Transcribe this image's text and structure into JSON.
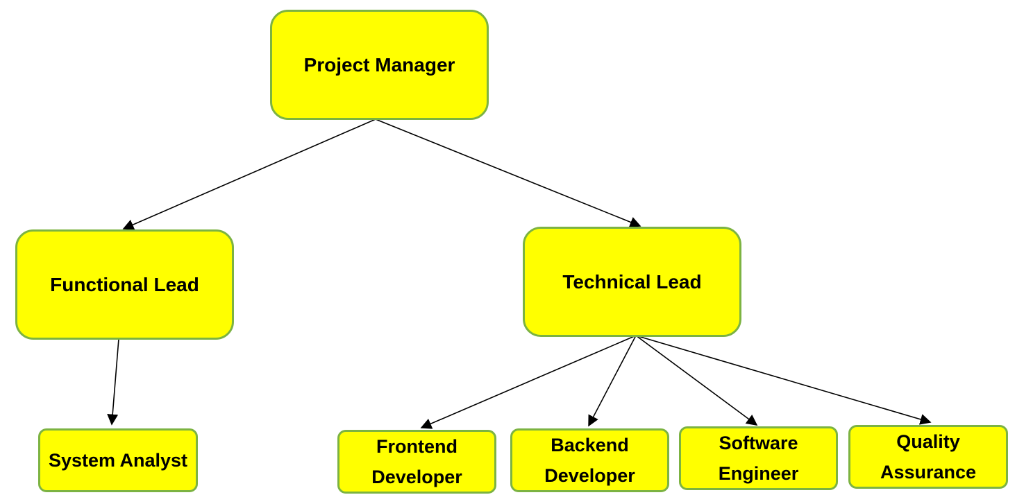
{
  "nodes": {
    "project_manager": "Project Manager",
    "functional_lead": "Functional Lead",
    "technical_lead": "Technical Lead",
    "system_analyst": "System Analyst",
    "frontend_developer": [
      "Frontend",
      "Developer"
    ],
    "backend_developer": [
      "Backend",
      "Developer"
    ],
    "software_engineer": [
      "Software",
      "Engineer"
    ],
    "quality_assurance": [
      "Quality",
      "Assurance"
    ]
  },
  "edges": [
    [
      "project_manager",
      "functional_lead"
    ],
    [
      "project_manager",
      "technical_lead"
    ],
    [
      "functional_lead",
      "system_analyst"
    ],
    [
      "technical_lead",
      "frontend_developer"
    ],
    [
      "technical_lead",
      "backend_developer"
    ],
    [
      "technical_lead",
      "software_engineer"
    ],
    [
      "technical_lead",
      "quality_assurance"
    ]
  ],
  "colors": {
    "node_fill": "#ffff00",
    "node_border": "#7cb342",
    "arrow": "#000000"
  }
}
